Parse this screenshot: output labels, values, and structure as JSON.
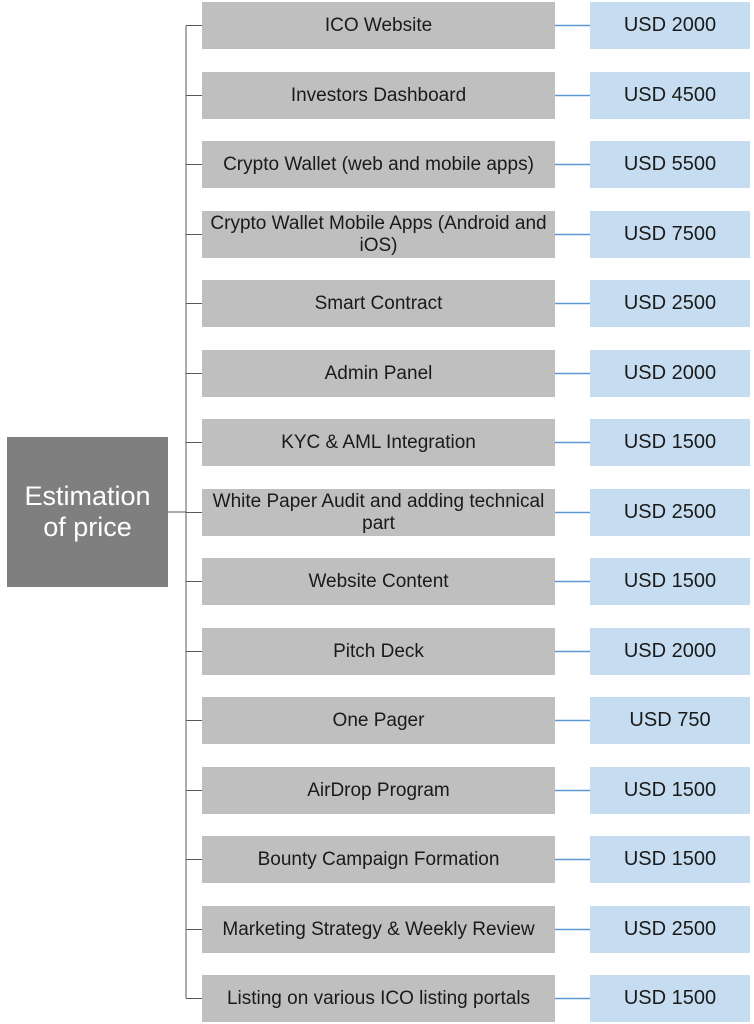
{
  "root": {
    "line1": "Estimation",
    "line2": "of price"
  },
  "colors": {
    "root_fill": "#7f7f7f",
    "item_fill": "#bfbfbf",
    "price_fill": "#c6dcf0",
    "bracket_line": "#595959",
    "price_line": "#5b9bd5"
  },
  "items": [
    {
      "label": "ICO Website",
      "price": "USD 2000"
    },
    {
      "label": "Investors Dashboard",
      "price": "USD 4500"
    },
    {
      "label": "Crypto Wallet (web and mobile apps)",
      "price": "USD 5500"
    },
    {
      "label": "Crypto Wallet Mobile Apps (Android and iOS)",
      "price": "USD 7500"
    },
    {
      "label": "Smart Contract",
      "price": "USD 2500"
    },
    {
      "label": "Admin Panel",
      "price": "USD 2000"
    },
    {
      "label": "KYC & AML Integration",
      "price": "USD 1500"
    },
    {
      "label": "White Paper Audit and adding technical part",
      "price": "USD 2500"
    },
    {
      "label": "Website Content",
      "price": "USD 1500"
    },
    {
      "label": "Pitch Deck",
      "price": "USD 2000"
    },
    {
      "label": "One Pager",
      "price": "USD 750"
    },
    {
      "label": "AirDrop Program",
      "price": "USD 1500"
    },
    {
      "label": "Bounty Campaign Formation",
      "price": "USD 1500"
    },
    {
      "label": "Marketing Strategy & Weekly Review",
      "price": "USD 2500"
    },
    {
      "label": "Listing on various ICO listing portals",
      "price": "USD 1500"
    }
  ]
}
